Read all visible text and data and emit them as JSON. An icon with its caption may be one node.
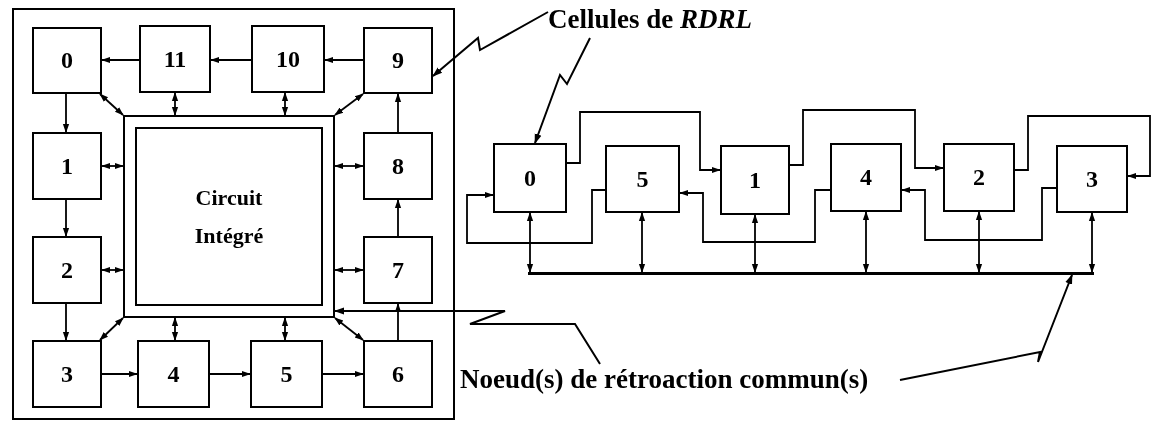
{
  "diagram": {
    "nodes": [
      {
        "text": [],
        "shape": "box"
      },
      {
        "text": [
          "0"
        ],
        "in": 0
      },
      {
        "text": [
          "11"
        ],
        "in": 0
      },
      {
        "text": [
          "10"
        ],
        "in": 0
      },
      {
        "text": [
          "9"
        ],
        "in": 0
      },
      {
        "text": [],
        "shape": "box",
        "in": 0
      },
      {
        "text": [
          "Circuit Intégré"
        ],
        "in": 5
      },
      {
        "text": [
          "1"
        ],
        "in": 0
      },
      {
        "text": [
          "8"
        ],
        "in": 0
      },
      {
        "text": [
          "2"
        ],
        "in": 0
      },
      {
        "text": [
          "7"
        ],
        "in": 0
      },
      {
        "text": [
          "3"
        ],
        "in": 0
      },
      {
        "text": [
          "4"
        ],
        "in": 0
      },
      {
        "text": [
          "5"
        ],
        "in": 0
      },
      {
        "text": [
          "6"
        ],
        "in": 0
      },
      {
        "text": [
          "Cellules de *RDRL*"
        ]
      },
      {
        "text": [
          "0"
        ]
      },
      {
        "text": [
          "5"
        ]
      },
      {
        "text": [
          "1"
        ]
      },
      {
        "text": [
          "4"
        ]
      },
      {
        "text": [
          "2"
        ]
      },
      {
        "text": [
          "3"
        ]
      },
      {
        "text": [],
        "shape": "bar"
      },
      {
        "text": [
          "Noeud(s) de rétroaction commun(s)"
        ]
      }
    ],
    "edges": [
      {
        "from": 4,
        "to": 3,
        "arrow": "to"
      },
      {
        "from": 3,
        "to": 2,
        "arrow": "to"
      },
      {
        "from": 2,
        "to": 1,
        "arrow": "to"
      },
      {
        "from": 1,
        "to": 7,
        "arrow": "to"
      },
      {
        "from": 7,
        "to": 9,
        "arrow": "to"
      },
      {
        "from": 9,
        "to": 11,
        "arrow": "to"
      },
      {
        "from": 11,
        "to": 12,
        "arrow": "to"
      },
      {
        "from": 12,
        "to": 13,
        "arrow": "to"
      },
      {
        "from": 13,
        "to": 14,
        "arrow": "to"
      },
      {
        "from": 14,
        "to": 10,
        "arrow": "to"
      },
      {
        "from": 10,
        "to": 8,
        "arrow": "to"
      },
      {
        "from": 8,
        "to": 4,
        "arrow": "to"
      },
      {
        "from": 1,
        "to": 5,
        "arrow": "both"
      },
      {
        "from": 2,
        "to": 5,
        "arrow": "both"
      },
      {
        "from": 3,
        "to": 5,
        "arrow": "both"
      },
      {
        "from": 4,
        "to": 5,
        "arrow": "both"
      },
      {
        "from": 7,
        "to": 5,
        "arrow": "both"
      },
      {
        "from": 8,
        "to": 5,
        "arrow": "both"
      },
      {
        "from": 9,
        "to": 5,
        "arrow": "both"
      },
      {
        "from": 10,
        "to": 5,
        "arrow": "both"
      },
      {
        "from": 11,
        "to": 5,
        "arrow": "both"
      },
      {
        "from": 12,
        "to": 5,
        "arrow": "both"
      },
      {
        "from": 13,
        "to": 5,
        "arrow": "both"
      },
      {
        "from": 14,
        "to": 5,
        "arrow": "both"
      },
      {
        "from": 15,
        "to": 4,
        "arrow": "to"
      },
      {
        "from": 15,
        "to": 16,
        "arrow": "to"
      },
      {
        "from": 16,
        "to": 18,
        "arrow": "to"
      },
      {
        "from": 18,
        "to": 20,
        "arrow": "to"
      },
      {
        "from": 20,
        "to": 21,
        "arrow": "to"
      },
      {
        "from": 21,
        "to": 19,
        "arrow": "to"
      },
      {
        "from": 19,
        "to": 17,
        "arrow": "to"
      },
      {
        "from": 17,
        "to": 16,
        "arrow": "to"
      },
      {
        "from": 16,
        "to": 22,
        "arrow": "both"
      },
      {
        "from": 17,
        "to": 22,
        "arrow": "both"
      },
      {
        "from": 18,
        "to": 22,
        "arrow": "both"
      },
      {
        "from": 19,
        "to": 22,
        "arrow": "both"
      },
      {
        "from": 20,
        "to": 22,
        "arrow": "both"
      },
      {
        "from": 21,
        "to": 22,
        "arrow": "both"
      },
      {
        "from": 23,
        "to": 5,
        "arrow": "to"
      },
      {
        "from": 23,
        "to": 22,
        "arrow": "to"
      }
    ]
  }
}
